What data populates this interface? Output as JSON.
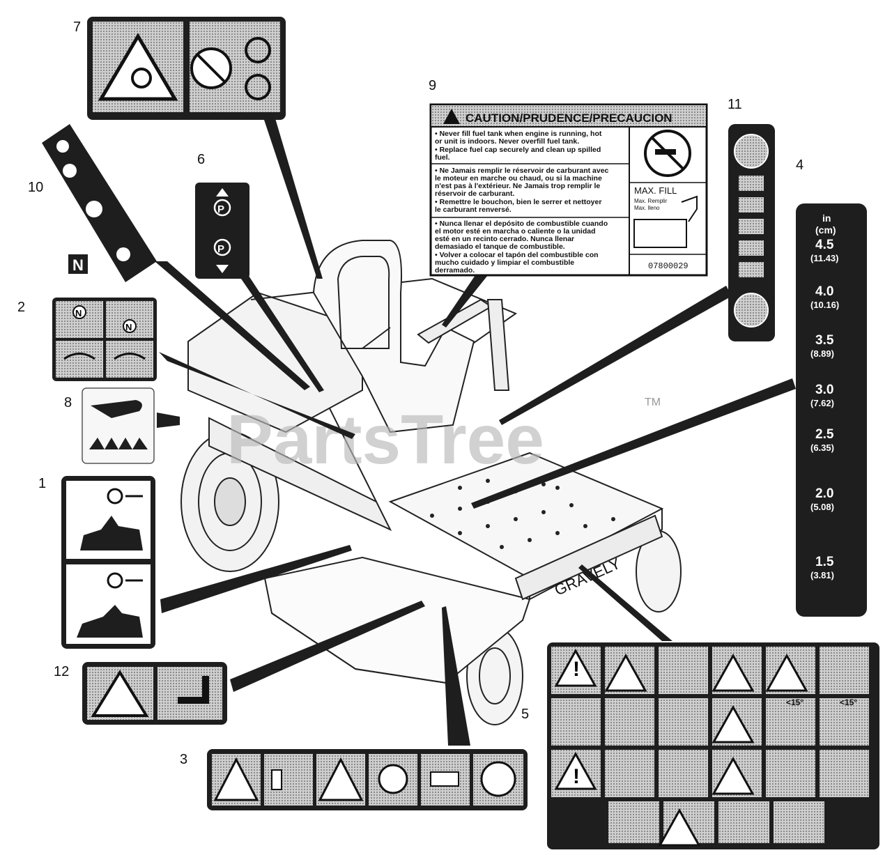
{
  "callouts": [
    "1",
    "2",
    "3",
    "4",
    "5",
    "6",
    "7",
    "8",
    "9",
    "10",
    "11",
    "12"
  ],
  "watermark": {
    "text": "PartsTree",
    "tm": "TM"
  },
  "caution_label": {
    "title": "CAUTION/PRUDENCE/PRECAUCION",
    "en_1": "• Never fill fuel tank when engine is running, hot",
    "en_2": "  or unit is indoors.  Never overfill fuel tank.",
    "en_3": "• Replace fuel cap securely and clean up spilled",
    "en_4": "  fuel.",
    "fr_1": "• Ne Jamais remplir le réservoir de carburant avec",
    "fr_2": "  le moteur en marche ou chaud, ou si la machine",
    "fr_3": "  n'est pas à l'extérieur.  Ne Jamais trop remplir le",
    "fr_4": "  réservoir de carburant.",
    "fr_5": "• Remettre le bouchon, bien le serrer et nettoyer",
    "fr_6": "  le carburant renversé.",
    "es_1": "• Nunca llenar el depósito de combustible cuando",
    "es_2": "  el motor esté en marcha o caliente o la unidad",
    "es_3": "  esté en un recinto cerrado.  Nunca llenar",
    "es_4": "  demasiado el tanque de combustible.",
    "es_5": "• Volver a colocar el tapón del combustible con",
    "es_6": "  mucho cuidado y limpiar el combustible",
    "es_7": "  derramado.",
    "max_fill": "MAX. FILL",
    "max_fr": "Max. Remplir",
    "max_es": "Max. lleno",
    "part_no": "07800029"
  },
  "height_gauge": {
    "unit_in": "in",
    "unit_cm": "(cm)",
    "rows": [
      {
        "inch": "4.5",
        "cm": "(11.43)"
      },
      {
        "inch": "4.0",
        "cm": "(10.16)"
      },
      {
        "inch": "3.5",
        "cm": "(8.89)"
      },
      {
        "inch": "3.0",
        "cm": "(7.62)"
      },
      {
        "inch": "2.5",
        "cm": "(6.35)"
      },
      {
        "inch": "2.0",
        "cm": "(5.08)"
      },
      {
        "inch": "1.5",
        "cm": "(3.81)"
      }
    ]
  },
  "brand_on_deck": "GRAVELY",
  "neutral_box": "N",
  "decal_n": "N",
  "decal_p": "P",
  "warn_mark": "!",
  "max_15_a": "<15°",
  "max_15_b": "<15°"
}
